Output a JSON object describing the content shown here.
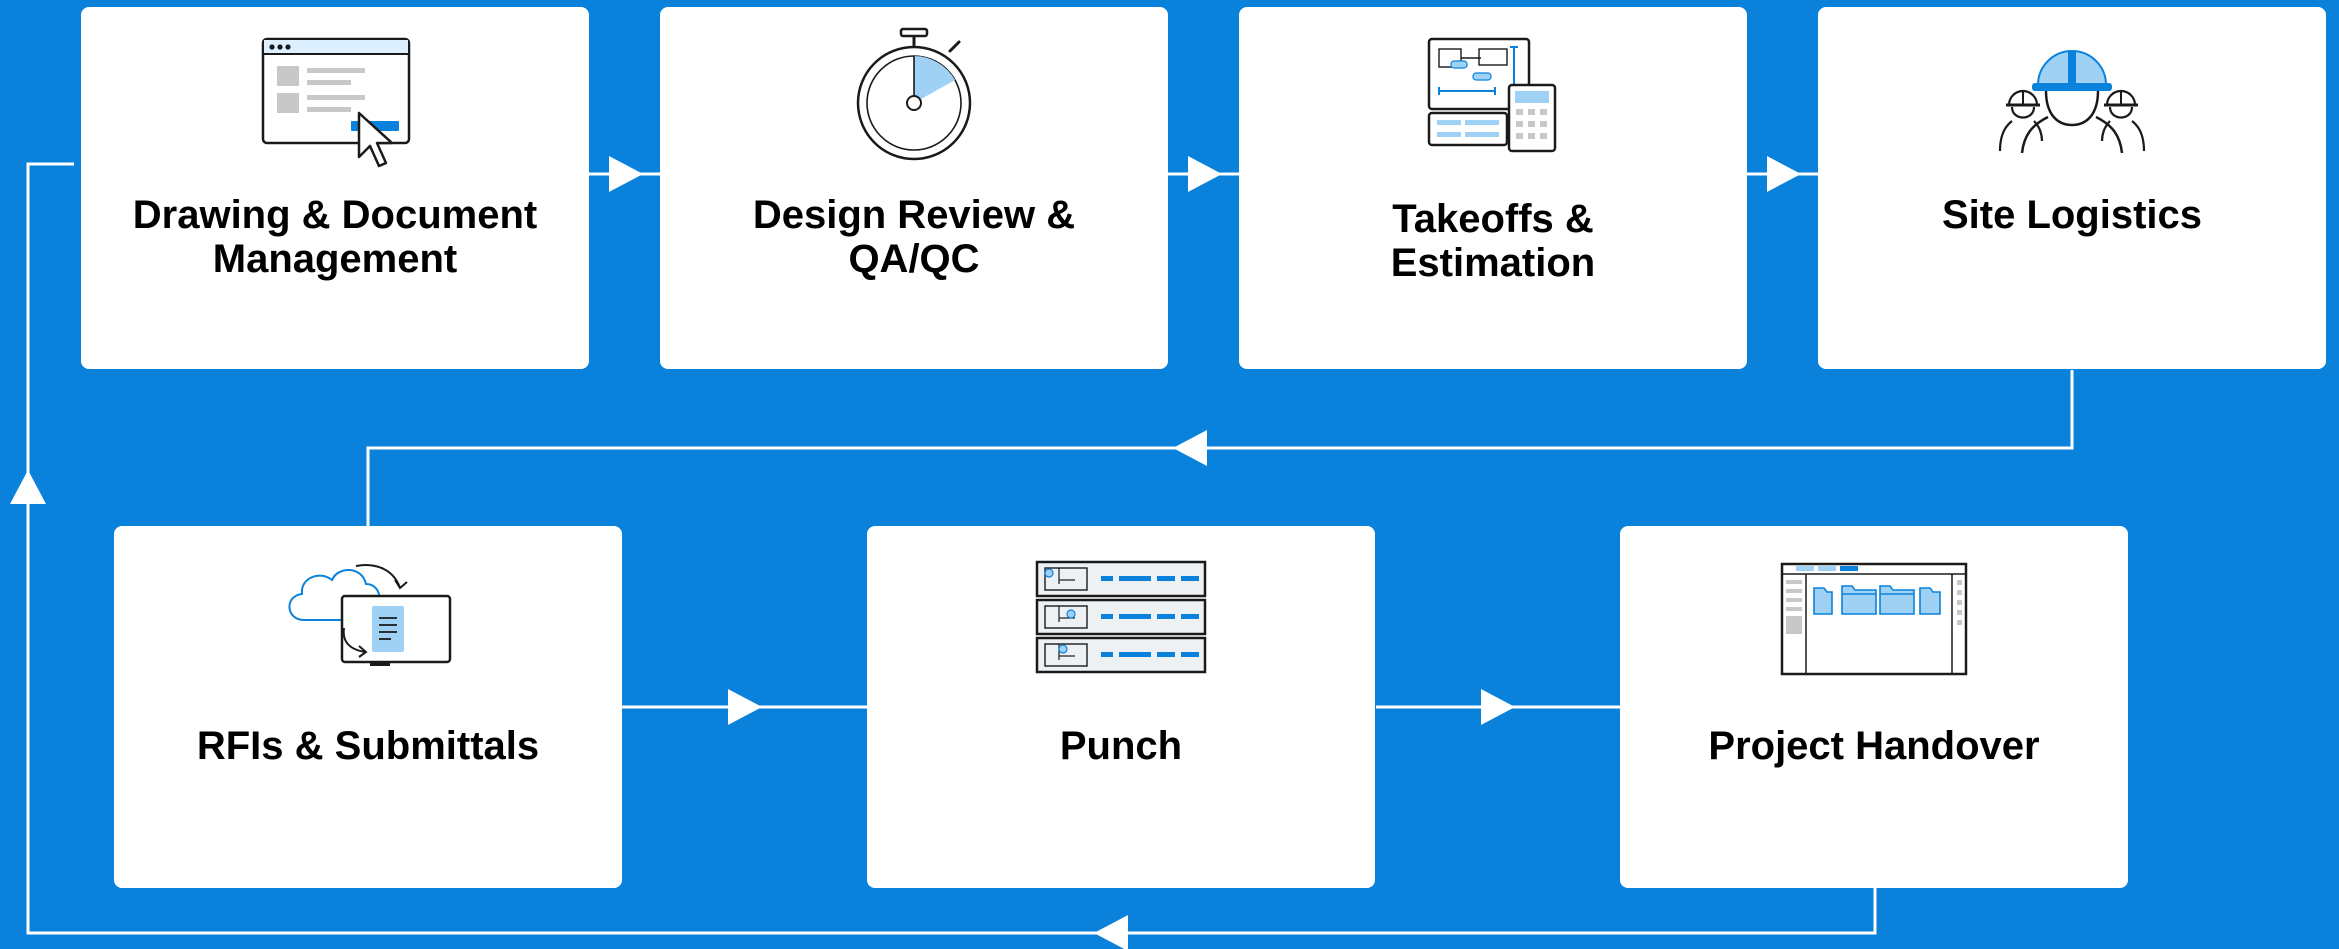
{
  "colors": {
    "background": "#0a82dc",
    "card": "#ffffff",
    "connector": "#ffffff",
    "icon_stroke": "#1a1a1a",
    "icon_accent": "#0a82dc",
    "icon_light": "#9fd1f5",
    "text": "#000000"
  },
  "steps": [
    {
      "id": "drawing",
      "icon": "browser-window-cursor-icon",
      "title_lines": [
        "Drawing & Document",
        "Management"
      ]
    },
    {
      "id": "design-review",
      "icon": "stopwatch-icon",
      "title_lines": [
        "Design Review &",
        "QA/QC"
      ]
    },
    {
      "id": "takeoffs",
      "icon": "blueprint-calculator-icon",
      "title_lines": [
        "Takeoffs &",
        "Estimation"
      ]
    },
    {
      "id": "site-logistics",
      "icon": "hard-hat-workers-icon",
      "title_lines": [
        "Site Logistics"
      ]
    },
    {
      "id": "rfis",
      "icon": "cloud-sync-monitor-icon",
      "title_lines": [
        "RFIs & Submittals"
      ]
    },
    {
      "id": "punch",
      "icon": "punch-list-icon",
      "title_lines": [
        "Punch"
      ]
    },
    {
      "id": "handover",
      "icon": "folder-window-icon",
      "title_lines": [
        "Project Handover"
      ]
    }
  ]
}
